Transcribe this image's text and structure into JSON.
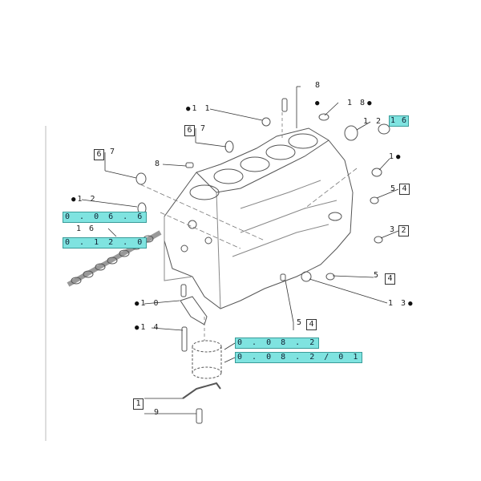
{
  "callouts": {
    "c8_top": "8",
    "c11": "1 1",
    "c18": "1 8",
    "c12_right": "1 2",
    "c16_ref": "1 6",
    "c6_a": "6",
    "c7_a": "7",
    "c6_b": "6",
    "c7_b": "7",
    "c8_mid": "8",
    "c1_right": "1",
    "c12_left": "1 2",
    "c5_a": "5",
    "c4_a": "4",
    "c3": "3",
    "c2": "2",
    "c16_left": "1 6",
    "c5_b": "5",
    "c4_b": "4",
    "c10": "1 0",
    "c13": "1 3",
    "c14": "1 4",
    "c5_c": "5",
    "c4_c": "4",
    "c1_box": "1",
    "c9": "9"
  },
  "references": {
    "ref_top_right": "1 6",
    "ref_06_6": "0 . 0 6 . 6",
    "ref_12_0": "0 . 1 2 . 0",
    "ref_08_2": "0 . 0 8 . 2",
    "ref_08_2_01": "0 . 0 8 . 2 / 0 1"
  },
  "colors": {
    "reference_highlight": "#7fe3e0",
    "line": "#333333"
  }
}
